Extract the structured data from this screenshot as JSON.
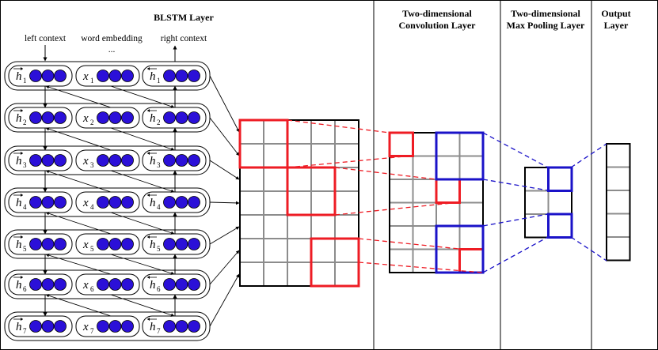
{
  "headers": {
    "blstm": "BLSTM Layer",
    "conv_line1": "Two-dimensional",
    "conv_line2": "Convolution Layer",
    "pool_line1": "Two-dimensional",
    "pool_line2": "Max Pooling Layer",
    "out_line1": "Output",
    "out_line2": "Layer"
  },
  "context_labels": {
    "left": "left context",
    "middle": "word embedding",
    "right": "right context",
    "ellipsis": "..."
  },
  "rows": [
    {
      "fwd_sub": "1",
      "emb_sub": "1",
      "bwd_sub": "1"
    },
    {
      "fwd_sub": "2",
      "emb_sub": "2",
      "bwd_sub": "2"
    },
    {
      "fwd_sub": "3",
      "emb_sub": "3",
      "bwd_sub": "3"
    },
    {
      "fwd_sub": "4",
      "emb_sub": "4",
      "bwd_sub": "4"
    },
    {
      "fwd_sub": "5",
      "emb_sub": "5",
      "bwd_sub": "5"
    },
    {
      "fwd_sub": "6",
      "emb_sub": "6",
      "bwd_sub": "6"
    },
    {
      "fwd_sub": "7",
      "emb_sub": "7",
      "bwd_sub": "7"
    }
  ],
  "symbols": {
    "hidden": "h",
    "embedding": "x"
  },
  "colors": {
    "neuron": "#2b10d8",
    "conv_kernel": "#ee1c24",
    "pool_window": "#1a12c8",
    "grid": "#8c8c8c",
    "outline": "#000000"
  }
}
